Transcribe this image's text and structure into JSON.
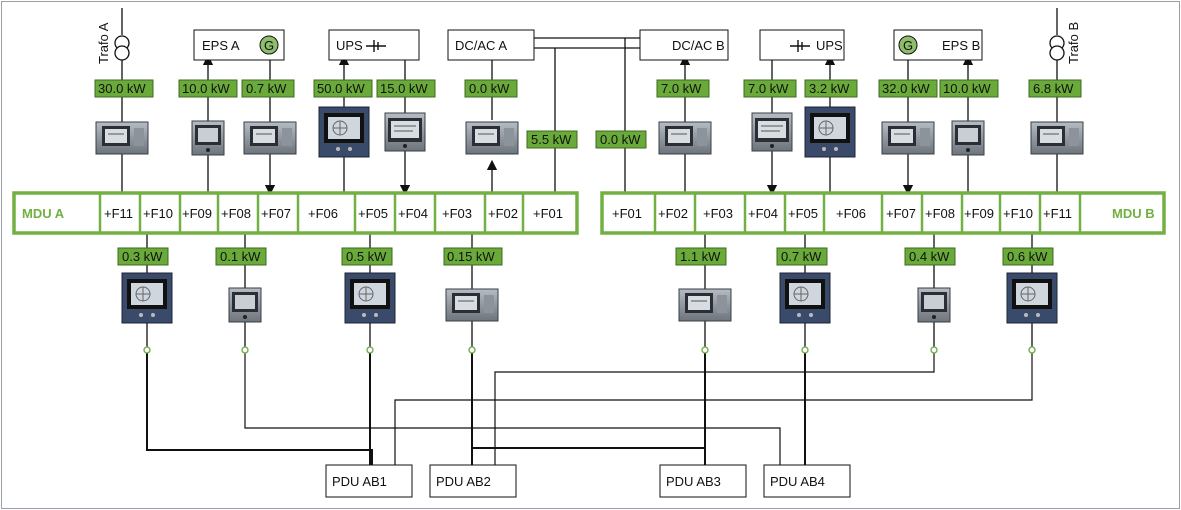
{
  "colors": {
    "green": "#72b043",
    "powerbox": "#6aaa3a",
    "line": "#111111"
  },
  "transformers": {
    "a": "Trafo A",
    "b": "Trafo B"
  },
  "sources": {
    "eps_a": "EPS A",
    "ups_1": "UPS",
    "dcac_a": "DC/AC A",
    "dcac_b": "DC/AC B",
    "ups_2": "UPS",
    "eps_b": "EPS B",
    "gen": "G"
  },
  "power_top": {
    "p1": "30.0 kW",
    "p2": "10.0 kW",
    "p3": "0.7 kW",
    "p4": "50.0 kW",
    "p5": "15.0 kW",
    "p6": "0.0 kW",
    "p7": "5.5 kW",
    "p8": "0.0 kW",
    "p9": "7.0 kW",
    "p10": "7.0 kW",
    "p11": "3.2 kW",
    "p12": "32.0 kW",
    "p13": "10.0 kW",
    "p14": "6.8 kW"
  },
  "mdu_a": {
    "title": "MDU A",
    "feeders": [
      "+F11",
      "+F10",
      "+F09",
      "+F08",
      "+F07",
      "+F06",
      "+F05",
      "+F04",
      "+F03",
      "+F02",
      "+F01"
    ]
  },
  "mdu_b": {
    "title": "MDU B",
    "feeders": [
      "+F01",
      "+F02",
      "+F03",
      "+F04",
      "+F05",
      "+F06",
      "+F07",
      "+F08",
      "+F09",
      "+F10",
      "+F11"
    ]
  },
  "power_bottom": {
    "a1": "0.3 kW",
    "a2": "0.1 kW",
    "a3": "0.5 kW",
    "a4": "0.15 kW",
    "b1": "1.1 kW",
    "b2": "0.7 kW",
    "b3": "0.4 kW",
    "b4": "0.6 kW"
  },
  "pdus": [
    "PDU AB1",
    "PDU AB2",
    "PDU AB3",
    "PDU AB4"
  ]
}
